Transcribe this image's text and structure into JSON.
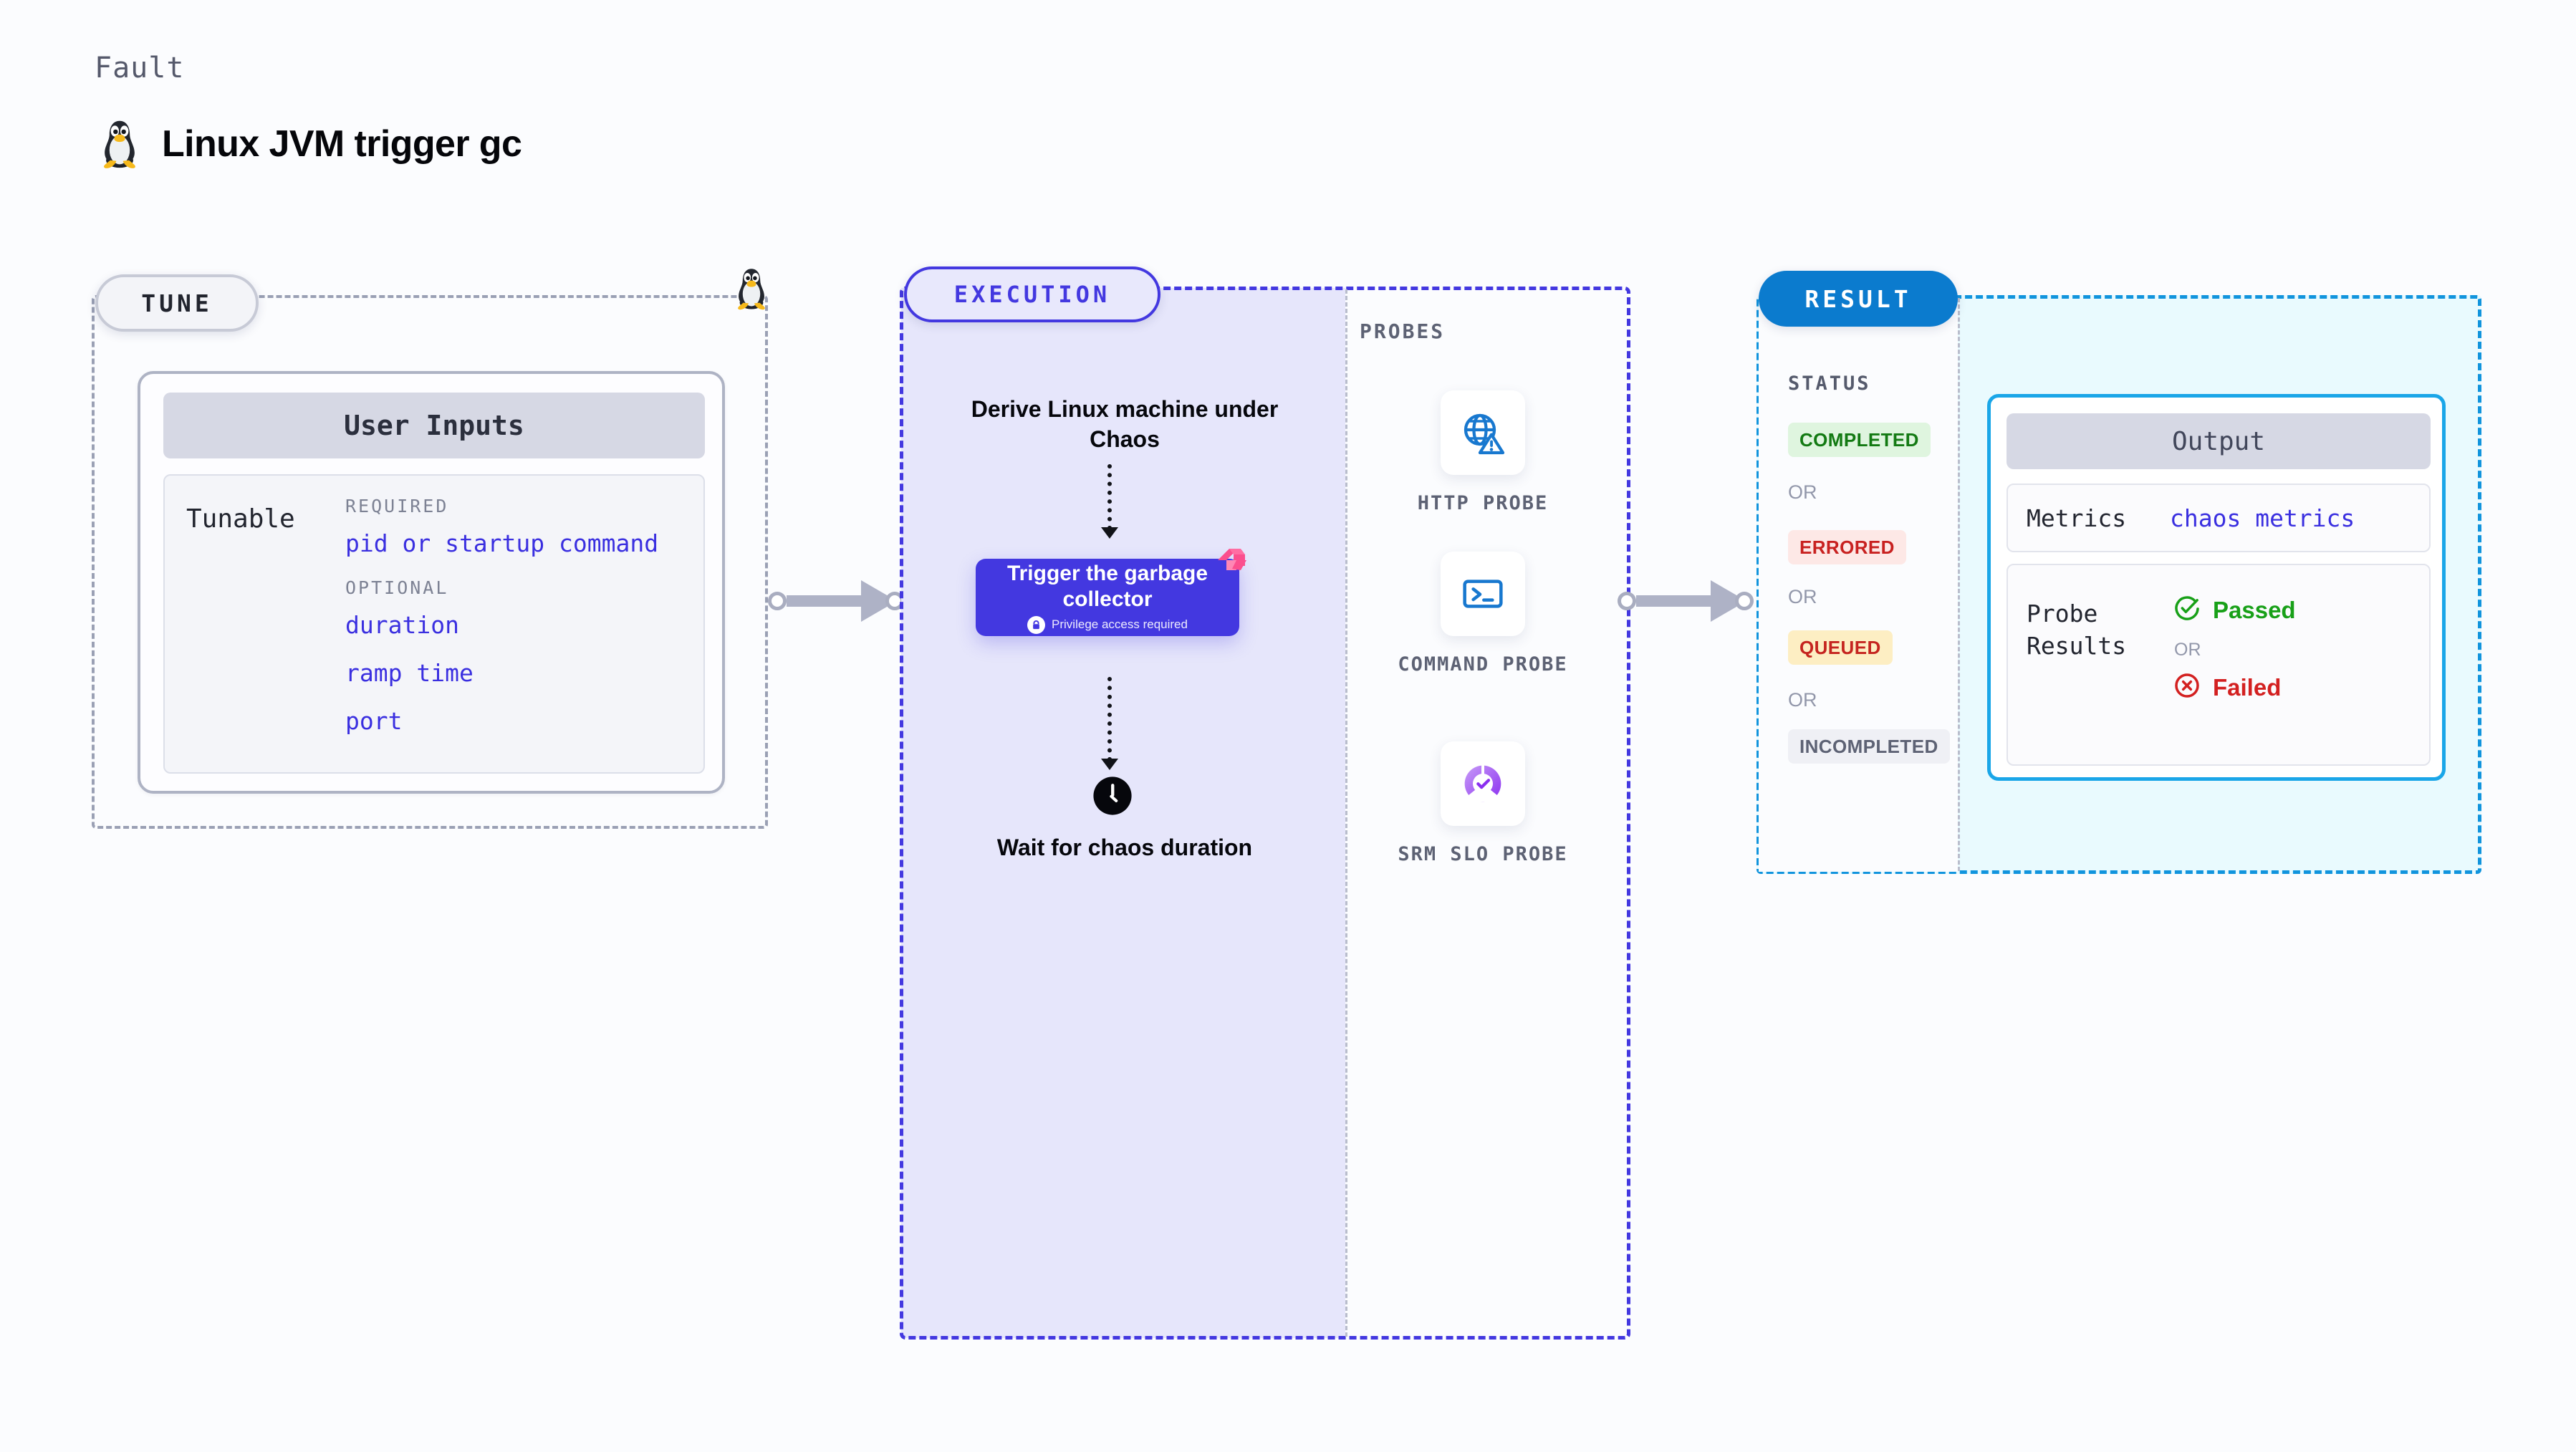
{
  "header": {
    "eyebrow": "Fault",
    "title": "Linux JVM trigger gc",
    "icon": "linux-penguin-icon"
  },
  "tune": {
    "pill_label": "TUNE",
    "corner_icon": "linux-penguin-icon",
    "card": {
      "header": "User Inputs",
      "row_label": "Tunable",
      "groups": [
        {
          "heading": "REQUIRED",
          "items": [
            "pid or startup command"
          ]
        },
        {
          "heading": "OPTIONAL",
          "items": [
            "duration",
            "ramp time",
            "port"
          ]
        }
      ]
    }
  },
  "execution": {
    "pill_label": "EXECUTION",
    "steps": {
      "derive": "Derive Linux machine under Chaos",
      "trigger_title": "Trigger the garbage collector",
      "trigger_privilege": "Privilege access required",
      "wait": "Wait for chaos duration"
    },
    "icons": {
      "privilege": "lock-icon",
      "ribbon": "pink-ribbon-icon",
      "wait": "clock-icon"
    }
  },
  "probes": {
    "label": "PROBES",
    "items": [
      {
        "name": "HTTP PROBE",
        "icon": "globe-warning-icon"
      },
      {
        "name": "COMMAND PROBE",
        "icon": "terminal-icon"
      },
      {
        "name": "SRM SLO PROBE",
        "icon": "slo-donut-check-icon"
      }
    ]
  },
  "result": {
    "pill_label": "RESULT",
    "status_label": "STATUS",
    "or_label": "OR",
    "statuses": [
      {
        "label": "COMPLETED",
        "bg": "#dff5df",
        "fg": "#137a13"
      },
      {
        "label": "ERRORED",
        "bg": "#fde8e6",
        "fg": "#c82120"
      },
      {
        "label": "QUEUED",
        "bg": "#fdeec3",
        "fg": "#c5241f"
      },
      {
        "label": "INCOMPLETED",
        "bg": "#eff0f5",
        "fg": "#5d6274"
      }
    ],
    "output": {
      "header": "Output",
      "metrics_key": "Metrics",
      "metrics_value": "chaos metrics",
      "probe_results_key": "Probe Results",
      "passed_label": "Passed",
      "failed_label": "Failed",
      "or_label": "OR",
      "icons": {
        "passed": "check-circle-icon",
        "failed": "x-circle-icon"
      }
    }
  },
  "connectors": {
    "tune_to_execution": "arrow-right-icon",
    "execution_to_result": "arrow-right-icon"
  },
  "colors": {
    "indigo": "#4338e0",
    "blue": "#0b7bce",
    "cyan": "#1aa6e8",
    "gray_dashed": "#9aa0b4",
    "pink": "#f9457f"
  }
}
